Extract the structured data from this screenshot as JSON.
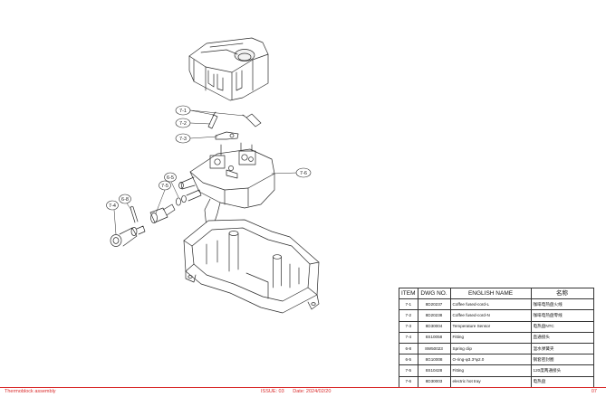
{
  "callouts": [
    {
      "id": "c71",
      "label": "7-1"
    },
    {
      "id": "c72",
      "label": "7-2"
    },
    {
      "id": "c73",
      "label": "7-3"
    },
    {
      "id": "c76",
      "label": "7-6"
    },
    {
      "id": "c65",
      "label": "6-5"
    },
    {
      "id": "c75",
      "label": "7-5"
    },
    {
      "id": "c68",
      "label": "6-8"
    },
    {
      "id": "c74",
      "label": "7-4"
    }
  ],
  "parts_table": {
    "headers": {
      "item": "ITEM",
      "dwg": "DWG NO.",
      "english": "ENGLISH NAME",
      "chinese": "名称"
    },
    "rows": [
      {
        "item": "7-1",
        "dwg": "8D20237",
        "english": "Coffee fused-cord-L",
        "chinese": "咖啡电热盘火线"
      },
      {
        "item": "7-2",
        "dwg": "8D20238",
        "english": "Coffee fused-cord-N",
        "chinese": "咖啡电热盘零线"
      },
      {
        "item": "7-3",
        "dwg": "8D30004",
        "english": "Temperature Sensor",
        "chinese": "电热盘NTC"
      },
      {
        "item": "7-4",
        "dwg": "8S10058",
        "english": "Fitting",
        "chinese": "直通接头"
      },
      {
        "item": "6-8",
        "dwg": "8W50023",
        "english": "Spring clip",
        "chinese": "温水弹簧夹"
      },
      {
        "item": "6-5",
        "dwg": "8G10008",
        "english": "O-ring-φ3.3*φ2.0",
        "chinese": "钢套密封圈"
      },
      {
        "item": "7-5",
        "dwg": "8S10428",
        "english": "Fitting",
        "chinese": "120度两通接头"
      },
      {
        "item": "7-6",
        "dwg": "8D30003",
        "english": "electric hot tray",
        "chinese": "电热盘"
      }
    ]
  },
  "footer": {
    "title": "Thermoblock assembly",
    "issue": "ISSUE: 03",
    "date": "Date: 2024/02/20",
    "page": "07"
  }
}
